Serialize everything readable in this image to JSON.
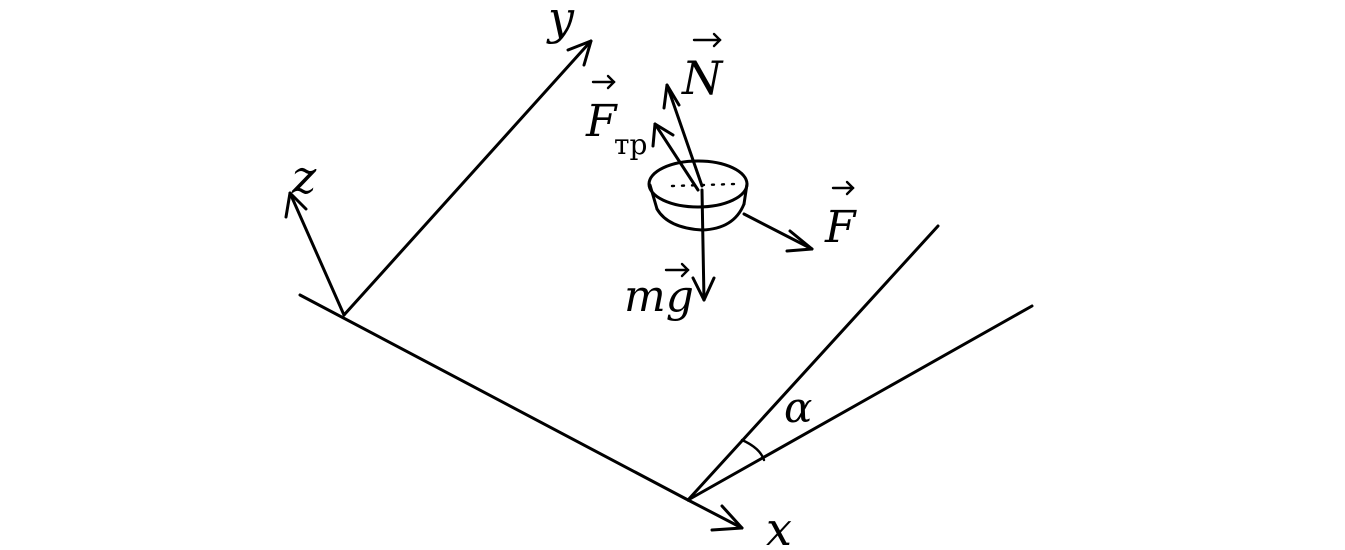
{
  "labels": {
    "x_axis": "x",
    "y_axis": "y",
    "z_axis": "z",
    "normal_force": "N",
    "friction_force": "F",
    "friction_subscript": "тр",
    "applied_force": "F",
    "gravity": "mg",
    "angle": "α"
  },
  "icons": {
    "vector_arrow": "vector-arrow-icon"
  }
}
